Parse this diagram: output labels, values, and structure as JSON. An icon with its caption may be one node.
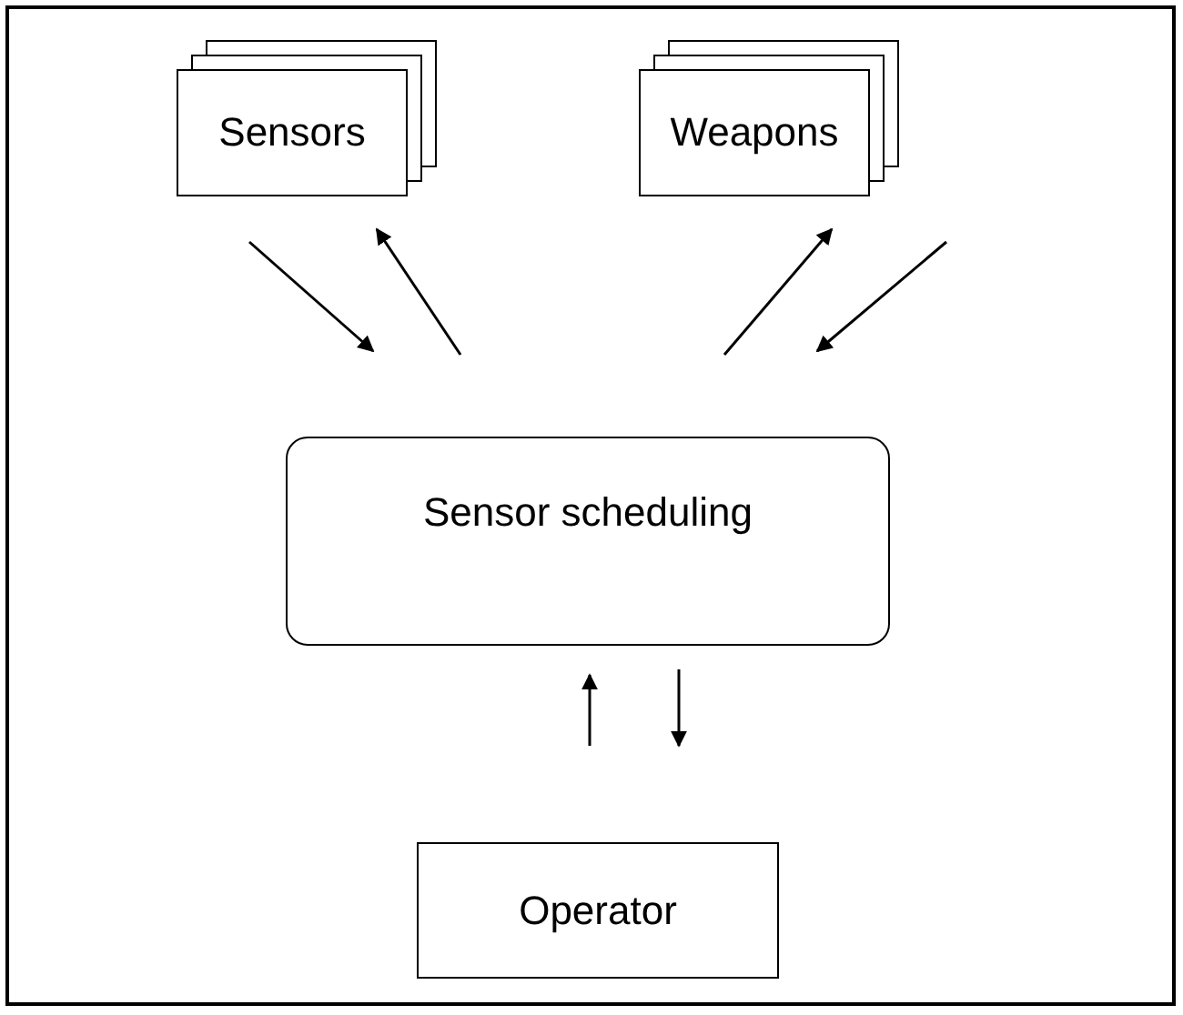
{
  "diagram": {
    "nodes": [
      {
        "text": [
          "Sensors"
        ]
      },
      {
        "text": [
          "Weapons"
        ]
      },
      {
        "text": [
          "Sensor scheduling"
        ]
      },
      {
        "text": [
          "Operator"
        ]
      }
    ],
    "edges": [
      {
        "from": 0,
        "to": 2,
        "arrow": "to"
      },
      {
        "from": 2,
        "to": 0,
        "arrow": "to"
      },
      {
        "from": 2,
        "to": 1,
        "arrow": "to"
      },
      {
        "from": 1,
        "to": 2,
        "arrow": "to"
      },
      {
        "from": 3,
        "to": 2,
        "arrow": "to"
      },
      {
        "from": 2,
        "to": 3,
        "arrow": "to"
      }
    ]
  }
}
